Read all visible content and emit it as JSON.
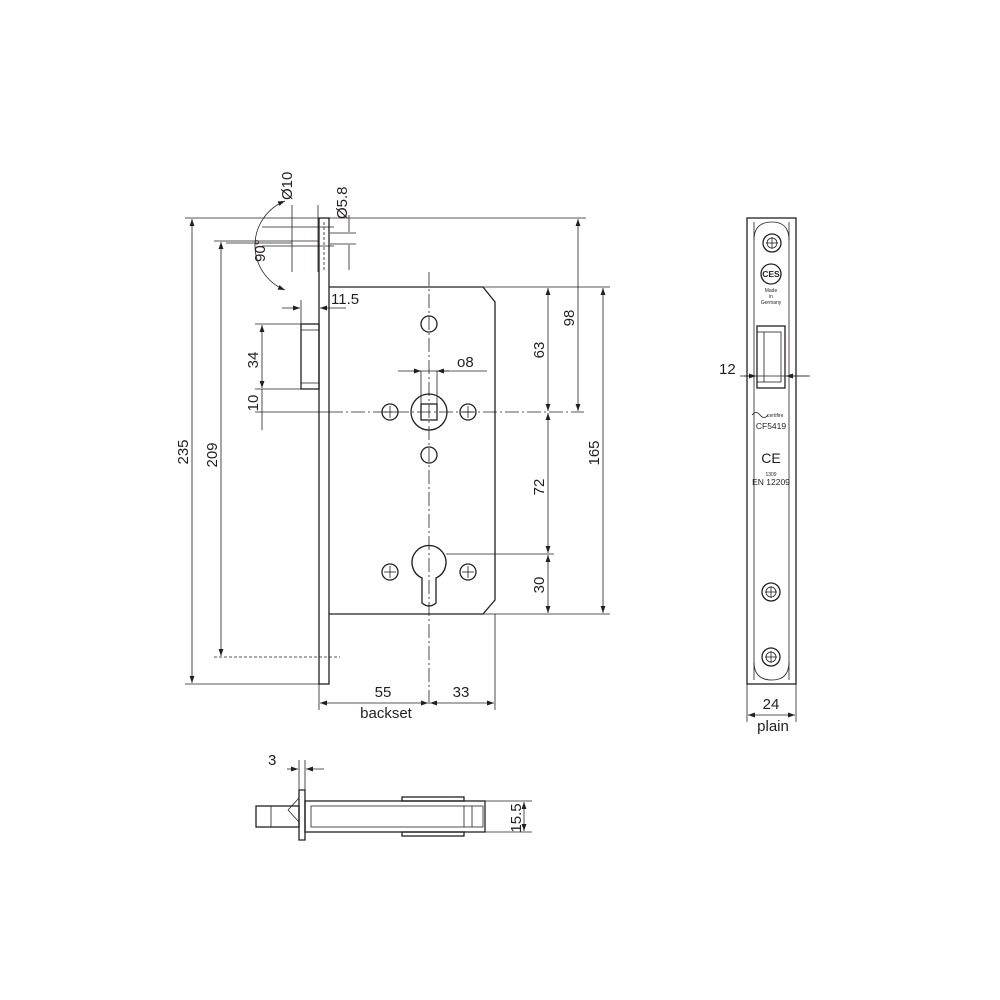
{
  "drawing": {
    "front_view": {
      "dimensions": {
        "overall_height": "235",
        "fixing_span": "209",
        "latch_height": "34",
        "latch_offset": "10",
        "latch_projection": "11.5",
        "follower_to_top": "98",
        "follower_to_keyhole": "63",
        "follower_dia": "o8",
        "centres": "72",
        "cylinder_to_bottom": "30",
        "case_height": "165",
        "backset": "55",
        "backset_label": "backset",
        "case_tail": "33",
        "angle": "90°",
        "hole_dia_large": "Ø10",
        "hole_dia_small": "Ø5.8"
      }
    },
    "forend_view": {
      "dimensions": {
        "latch_depth": "12",
        "width": "24",
        "width_label": "plain"
      },
      "markings": {
        "cert_logo": "CES",
        "made_line1": "Made",
        "made_line2": "in",
        "made_line3": "Germany",
        "brand": "certifire",
        "model": "CF5419",
        "ce_mark": "CE",
        "notified_body": "1309",
        "standard": "EN 12209"
      }
    },
    "bottom_view": {
      "dimensions": {
        "forend_thickness": "3",
        "case_depth": "15.5"
      }
    }
  }
}
